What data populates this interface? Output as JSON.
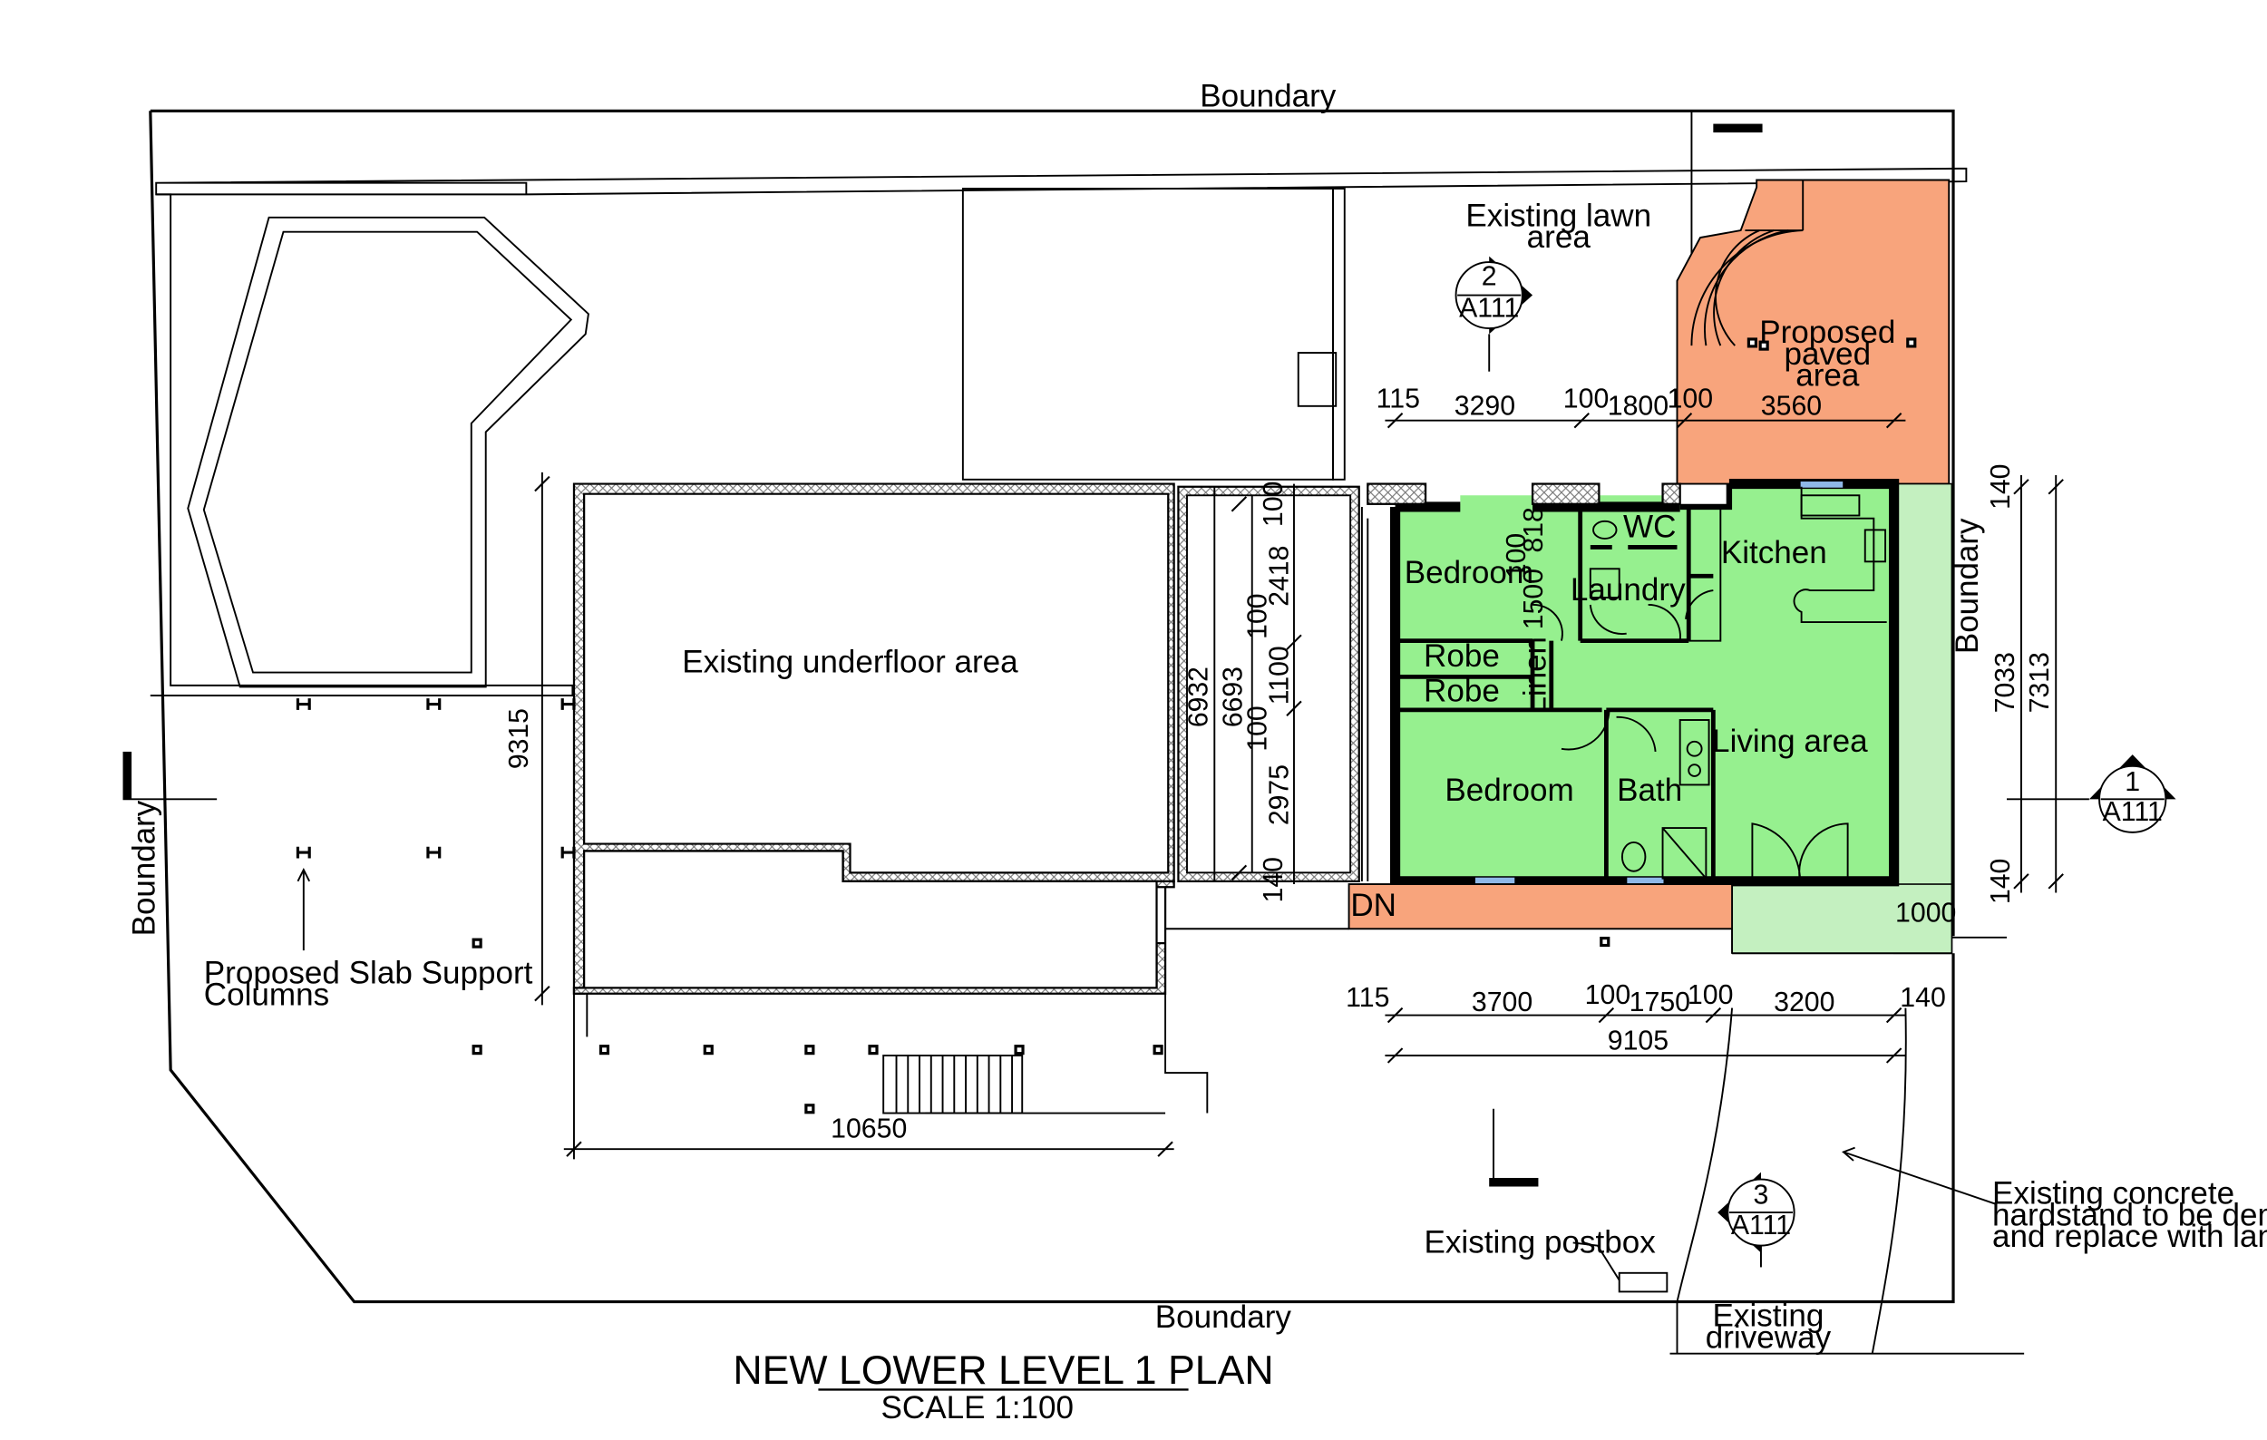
{
  "title": "NEW LOWER LEVEL 1 PLAN",
  "scale": "SCALE 1:100",
  "colors": {
    "new_building": "#96f08f",
    "proposed_paving": "#f8a47c",
    "landscape": "#c4f0c0",
    "linework": "#000000",
    "window": "#8fb8e8"
  },
  "boundary_labels": [
    "Boundary",
    "Boundary",
    "Boundary",
    "Boundary"
  ],
  "areas": {
    "existing_lawn": [
      "Existing lawn",
      "area"
    ],
    "proposed_paved": [
      "Proposed",
      "paved",
      "area"
    ],
    "existing_underfloor": "Existing underfloor area",
    "existing_driveway": [
      "Existing",
      "driveway"
    ]
  },
  "rooms": {
    "bedroom_1": "Bedroom",
    "bedroom_2": "Bedroom",
    "wc": "WC",
    "laundry": "Laundry",
    "kitchen": "Kitchen",
    "robe_1": "Robe",
    "robe_2": "Robe",
    "linen": "Linen",
    "bath": "Bath",
    "living": "Living area",
    "stair_dn": "DN"
  },
  "section_markers": [
    {
      "number": "2",
      "sheet": "A111"
    },
    {
      "number": "1",
      "sheet": "A111"
    },
    {
      "number": "3",
      "sheet": "A111"
    }
  ],
  "notes": {
    "slab_columns": [
      "Proposed Slab Support",
      "Columns"
    ],
    "concrete_hardstand": [
      "Existing concrete",
      "hardstand to be demolished",
      "and replace with landscaping"
    ],
    "postbox": "Existing postbox"
  },
  "dimensions": {
    "top_row": [
      "115",
      "3290",
      "100",
      "1800",
      "100",
      "3560"
    ],
    "bottom_row": [
      "115",
      "3700",
      "100",
      "1750",
      "100",
      "3200",
      "140"
    ],
    "overall_bottom": "9105",
    "overall_existing": "10650",
    "left_overall": "9315",
    "mid_col_a": "6932",
    "mid_col_b": "6693",
    "mid_stack": [
      "100",
      "2418",
      "100",
      "1100",
      "100",
      "2975",
      "140"
    ],
    "laundry_stack": [
      "100",
      "818",
      "1500"
    ],
    "right_stack": [
      "140",
      "7033",
      "7313",
      "140"
    ],
    "right_landscape": "1000"
  }
}
